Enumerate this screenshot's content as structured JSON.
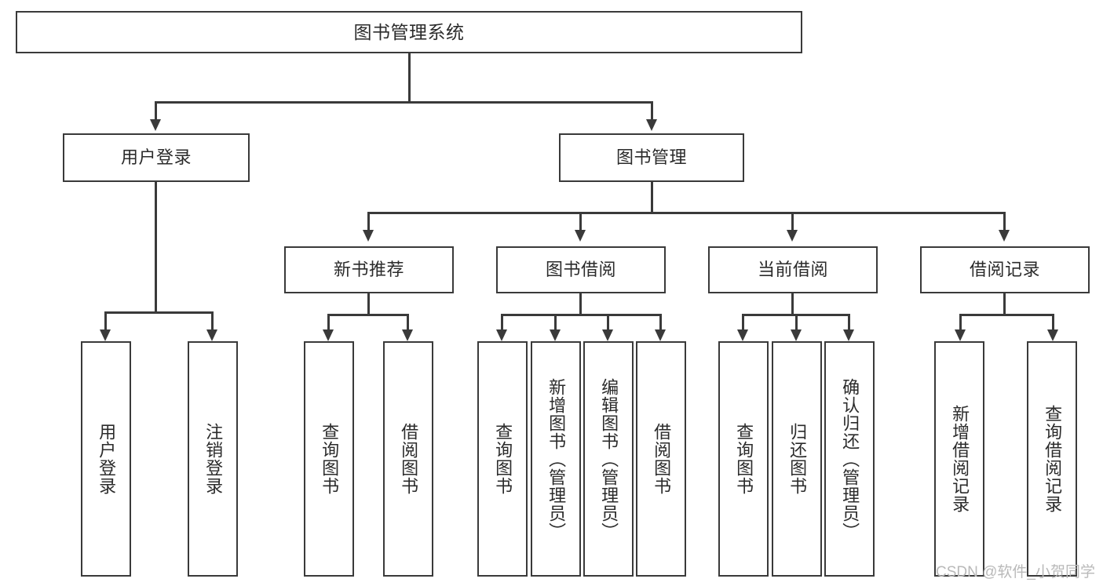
{
  "diagram": {
    "type": "tree-hierarchy",
    "title": "图书管理系统",
    "orientation": "top-down",
    "colors": {
      "stroke": "#3a3a3a",
      "fill": "#ffffff",
      "text": "#2b2b2b",
      "watermark": "#b9b9b9"
    },
    "levels": 4
  },
  "root": {
    "label": "图书管理系统"
  },
  "branches": [
    {
      "id": "user-login",
      "label": "用户登录"
    },
    {
      "id": "book-manage",
      "label": "图书管理"
    }
  ],
  "subbranches": [
    {
      "id": "new-book-recommend",
      "label": "新书推荐"
    },
    {
      "id": "book-borrow",
      "label": "图书借阅"
    },
    {
      "id": "current-borrow",
      "label": "当前借阅"
    },
    {
      "id": "borrow-record",
      "label": "借阅记录"
    }
  ],
  "leaves": {
    "user_login": [
      {
        "id": "leaf-user-login",
        "label": "用户登录"
      },
      {
        "id": "leaf-user-logout",
        "label": "注销登录"
      }
    ],
    "new_book_recommend": [
      {
        "id": "leaf-query-book-1",
        "label": "查询图书"
      },
      {
        "id": "leaf-borrow-book-1",
        "label": "借阅图书"
      }
    ],
    "book_borrow": [
      {
        "id": "leaf-query-book-2",
        "label": "查询图书"
      },
      {
        "id": "leaf-add-book",
        "label": "新增图书（管理员）"
      },
      {
        "id": "leaf-edit-book",
        "label": "编辑图书（管理员）"
      },
      {
        "id": "leaf-borrow-book-2",
        "label": "借阅图书"
      }
    ],
    "current_borrow": [
      {
        "id": "leaf-query-book-3",
        "label": "查询图书"
      },
      {
        "id": "leaf-return-book",
        "label": "归还图书"
      },
      {
        "id": "leaf-confirm-return",
        "label": "确认归还（管理员）"
      }
    ],
    "borrow_record": [
      {
        "id": "leaf-add-record",
        "label": "新增借阅记录"
      },
      {
        "id": "leaf-query-record",
        "label": "查询借阅记录"
      }
    ]
  },
  "watermark": {
    "text": "CSDN @软件_小贺同学"
  }
}
